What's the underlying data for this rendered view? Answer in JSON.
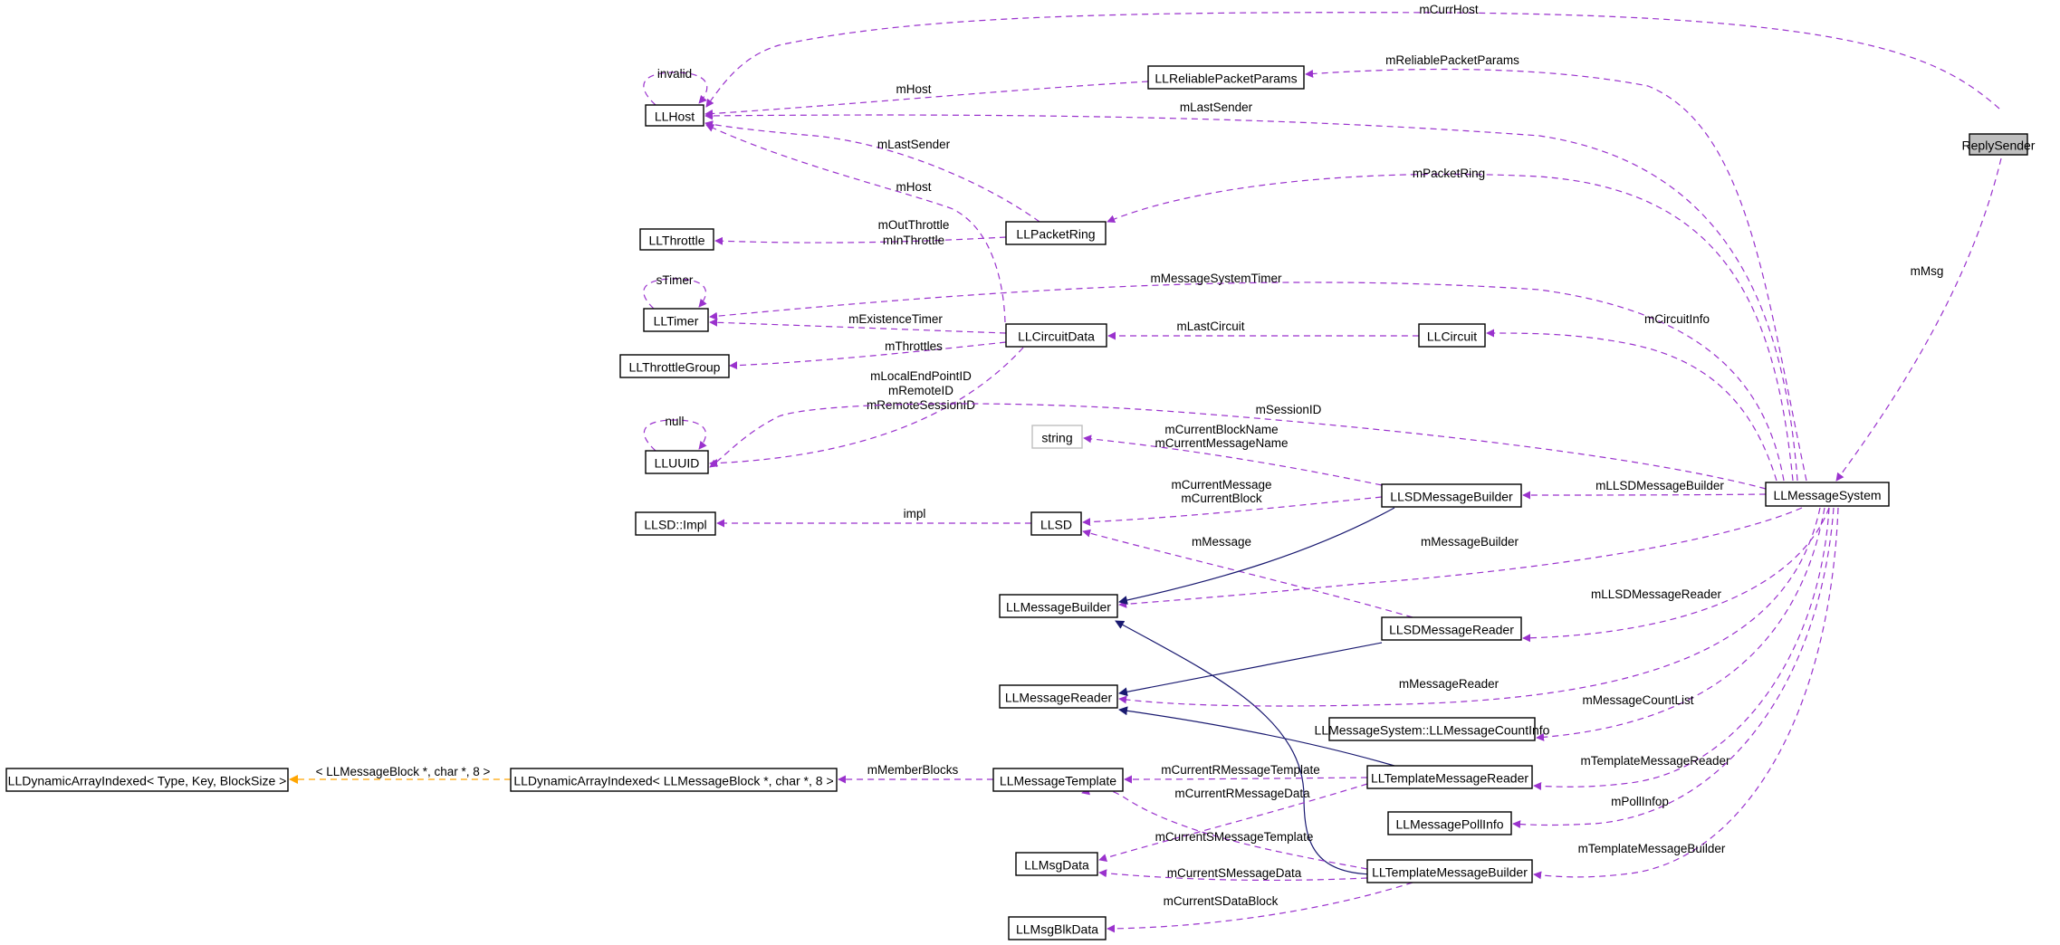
{
  "colors": {
    "usage": "#9a32cd",
    "inherit": "#191970",
    "template": "#ffa500",
    "highlight_fill": "#bfbfbf",
    "border": "#000000"
  },
  "nodes": [
    {
      "id": "ReplySender",
      "label": "ReplySender",
      "style": "highlight"
    },
    {
      "id": "LLHost",
      "label": "LLHost"
    },
    {
      "id": "LLReliablePacketParams",
      "label": "LLReliablePacketParams"
    },
    {
      "id": "LLThrottle",
      "label": "LLThrottle"
    },
    {
      "id": "LLPacketRing",
      "label": "LLPacketRing"
    },
    {
      "id": "LLTimer",
      "label": "LLTimer"
    },
    {
      "id": "LLThrottleGroup",
      "label": "LLThrottleGroup"
    },
    {
      "id": "LLCircuitData",
      "label": "LLCircuitData"
    },
    {
      "id": "LLCircuit",
      "label": "LLCircuit"
    },
    {
      "id": "LLUUID",
      "label": "LLUUID"
    },
    {
      "id": "string",
      "label": "string",
      "style": "gray"
    },
    {
      "id": "LLSDImpl",
      "label": "LLSD::Impl"
    },
    {
      "id": "LLSD",
      "label": "LLSD"
    },
    {
      "id": "LLSDMessageBuilder",
      "label": "LLSDMessageBuilder"
    },
    {
      "id": "LLMessageSystem",
      "label": "LLMessageSystem"
    },
    {
      "id": "LLMessageBuilder",
      "label": "LLMessageBuilder"
    },
    {
      "id": "LLSDMessageReader",
      "label": "LLSDMessageReader"
    },
    {
      "id": "LLMessageReader",
      "label": "LLMessageReader"
    },
    {
      "id": "LLMessageCountInfo",
      "label": "LLMessageSystem::LLMessageCountInfo"
    },
    {
      "id": "LLDynamicArrayIndexed",
      "label": "LLDynamicArrayIndexed< Type, Key, BlockSize >"
    },
    {
      "id": "LLDynamicArrayIndexedInst",
      "label": "LLDynamicArrayIndexed< LLMessageBlock *, char *, 8 >"
    },
    {
      "id": "LLMessageTemplate",
      "label": "LLMessageTemplate"
    },
    {
      "id": "LLTemplateMessageReader",
      "label": "LLTemplateMessageReader"
    },
    {
      "id": "LLMessagePollInfo",
      "label": "LLMessagePollInfo"
    },
    {
      "id": "LLMsgData",
      "label": "LLMsgData"
    },
    {
      "id": "LLTemplateMessageBuilder",
      "label": "LLTemplateMessageBuilder"
    },
    {
      "id": "LLMsgBlkData",
      "label": "LLMsgBlkData"
    }
  ],
  "edges": [
    {
      "id": "e-currhost",
      "from": "ReplySender",
      "to": "LLHost",
      "kind": "usage",
      "labels": [
        "mCurrHost"
      ]
    },
    {
      "id": "e-msg",
      "from": "ReplySender",
      "to": "LLMessageSystem",
      "kind": "usage",
      "labels": [
        "mMsg"
      ]
    },
    {
      "id": "e-invalid",
      "from": "LLHost",
      "to": "LLHost",
      "kind": "usage",
      "labels": [
        "invalid"
      ]
    },
    {
      "id": "e-relhost",
      "from": "LLReliablePacketParams",
      "to": "LLHost",
      "kind": "usage",
      "labels": [
        "mHost"
      ]
    },
    {
      "id": "e-relparams",
      "from": "LLMessageSystem",
      "to": "LLReliablePacketParams",
      "kind": "usage",
      "labels": [
        "mReliablePacketParams"
      ]
    },
    {
      "id": "e-ms-lastsender",
      "from": "LLMessageSystem",
      "to": "LLHost",
      "kind": "usage",
      "labels": [
        "mLastSender"
      ]
    },
    {
      "id": "e-pr-lastsender",
      "from": "LLPacketRing",
      "to": "LLHost",
      "kind": "usage",
      "labels": [
        "mLastSender"
      ]
    },
    {
      "id": "e-cd-host",
      "from": "LLCircuitData",
      "to": "LLHost",
      "kind": "usage",
      "labels": [
        "mHost"
      ]
    },
    {
      "id": "e-packetring",
      "from": "LLMessageSystem",
      "to": "LLPacketRing",
      "kind": "usage",
      "labels": [
        "mPacketRing"
      ]
    },
    {
      "id": "e-throttle",
      "from": "LLPacketRing",
      "to": "LLThrottle",
      "kind": "usage",
      "labels": [
        "mOutThrottle",
        "mInThrottle"
      ]
    },
    {
      "id": "e-stimer",
      "from": "LLTimer",
      "to": "LLTimer",
      "kind": "usage",
      "labels": [
        "sTimer"
      ]
    },
    {
      "id": "e-mstimer",
      "from": "LLMessageSystem",
      "to": "LLTimer",
      "kind": "usage",
      "labels": [
        "mMessageSystemTimer"
      ]
    },
    {
      "id": "e-existence",
      "from": "LLCircuitData",
      "to": "LLTimer",
      "kind": "usage",
      "labels": [
        "mExistenceTimer"
      ]
    },
    {
      "id": "e-throttles",
      "from": "LLCircuitData",
      "to": "LLThrottleGroup",
      "kind": "usage",
      "labels": [
        "mThrottles"
      ]
    },
    {
      "id": "e-lastcircuit",
      "from": "LLCircuit",
      "to": "LLCircuitData",
      "kind": "usage",
      "labels": [
        "mLastCircuit"
      ]
    },
    {
      "id": "e-circuitinfo",
      "from": "LLMessageSystem",
      "to": "LLCircuit",
      "kind": "usage",
      "labels": [
        "mCircuitInfo"
      ]
    },
    {
      "id": "e-null",
      "from": "LLUUID",
      "to": "LLUUID",
      "kind": "usage",
      "labels": [
        "null"
      ]
    },
    {
      "id": "e-cd-uuid",
      "from": "LLCircuitData",
      "to": "LLUUID",
      "kind": "usage",
      "labels": [
        "mLocalEndPointID",
        "mRemoteID",
        "mRemoteSessionID"
      ]
    },
    {
      "id": "e-sessionid",
      "from": "LLMessageSystem",
      "to": "LLUUID",
      "kind": "usage",
      "labels": [
        "mSessionID"
      ]
    },
    {
      "id": "e-string",
      "from": "LLSDMessageBuilder",
      "to": "string",
      "kind": "usage",
      "labels": [
        "mCurrentBlockName",
        "mCurrentMessageName"
      ]
    },
    {
      "id": "e-llsd-b",
      "from": "LLSDMessageBuilder",
      "to": "LLSD",
      "kind": "usage",
      "labels": [
        "mCurrentMessage",
        "mCurrentBlock"
      ]
    },
    {
      "id": "e-impl",
      "from": "LLSD",
      "to": "LLSDImpl",
      "kind": "usage",
      "labels": [
        "impl"
      ]
    },
    {
      "id": "e-llsd-r",
      "from": "LLSDMessageReader",
      "to": "LLSD",
      "kind": "usage",
      "labels": [
        "mMessage"
      ]
    },
    {
      "id": "e-llsdbuilder",
      "from": "LLMessageSystem",
      "to": "LLSDMessageBuilder",
      "kind": "usage",
      "labels": [
        "mLLSDMessageBuilder"
      ]
    },
    {
      "id": "e-msgbuilder",
      "from": "LLMessageSystem",
      "to": "LLMessageBuilder",
      "kind": "usage",
      "labels": [
        "mMessageBuilder"
      ]
    },
    {
      "id": "e-inh-sdb",
      "from": "LLSDMessageBuilder",
      "to": "LLMessageBuilder",
      "kind": "inherit",
      "labels": []
    },
    {
      "id": "e-inh-tmb",
      "from": "LLTemplateMessageBuilder",
      "to": "LLMessageBuilder",
      "kind": "inherit",
      "labels": []
    },
    {
      "id": "e-llsdreader",
      "from": "LLMessageSystem",
      "to": "LLSDMessageReader",
      "kind": "usage",
      "labels": [
        "mLLSDMessageReader"
      ]
    },
    {
      "id": "e-inh-sdr",
      "from": "LLSDMessageReader",
      "to": "LLMessageReader",
      "kind": "inherit",
      "labels": []
    },
    {
      "id": "e-inh-tmr",
      "from": "LLTemplateMessageReader",
      "to": "LLMessageReader",
      "kind": "inherit",
      "labels": []
    },
    {
      "id": "e-msgreader",
      "from": "LLMessageSystem",
      "to": "LLMessageReader",
      "kind": "usage",
      "labels": [
        "mMessageReader"
      ]
    },
    {
      "id": "e-countlist",
      "from": "LLMessageSystem",
      "to": "LLMessageCountInfo",
      "kind": "usage",
      "labels": [
        "mMessageCountList"
      ]
    },
    {
      "id": "e-tpl-inst",
      "from": "LLDynamicArrayIndexedInst",
      "to": "LLDynamicArrayIndexed",
      "kind": "template",
      "labels": [
        "< LLMessageBlock *, char *, 8 >"
      ]
    },
    {
      "id": "e-memberblocks",
      "from": "LLMessageTemplate",
      "to": "LLDynamicArrayIndexedInst",
      "kind": "usage",
      "labels": [
        "mMemberBlocks"
      ]
    },
    {
      "id": "e-currRtpl",
      "from": "LLTemplateMessageReader",
      "to": "LLMessageTemplate",
      "kind": "usage",
      "labels": [
        "mCurrentRMessageTemplate"
      ]
    },
    {
      "id": "e-currRdata",
      "from": "LLTemplateMessageReader",
      "to": "LLMsgData",
      "kind": "usage",
      "labels": [
        "mCurrentRMessageData"
      ]
    },
    {
      "id": "e-tplreader",
      "from": "LLMessageSystem",
      "to": "LLTemplateMessageReader",
      "kind": "usage",
      "labels": [
        "mTemplateMessageReader"
      ]
    },
    {
      "id": "e-pollinfo",
      "from": "LLMessageSystem",
      "to": "LLMessagePollInfo",
      "kind": "usage",
      "labels": [
        "mPollInfop"
      ]
    },
    {
      "id": "e-currStpl",
      "from": "LLTemplateMessageBuilder",
      "to": "LLMessageTemplate",
      "kind": "usage",
      "labels": [
        "mCurrentSMessageTemplate"
      ]
    },
    {
      "id": "e-currSdata",
      "from": "LLTemplateMessageBuilder",
      "to": "LLMsgData",
      "kind": "usage",
      "labels": [
        "mCurrentSMessageData"
      ]
    },
    {
      "id": "e-tplbuilder",
      "from": "LLMessageSystem",
      "to": "LLTemplateMessageBuilder",
      "kind": "usage",
      "labels": [
        "mTemplateMessageBuilder"
      ]
    },
    {
      "id": "e-currSblock",
      "from": "LLTemplateMessageBuilder",
      "to": "LLMsgBlkData",
      "kind": "usage",
      "labels": [
        "mCurrentSDataBlock"
      ]
    }
  ]
}
